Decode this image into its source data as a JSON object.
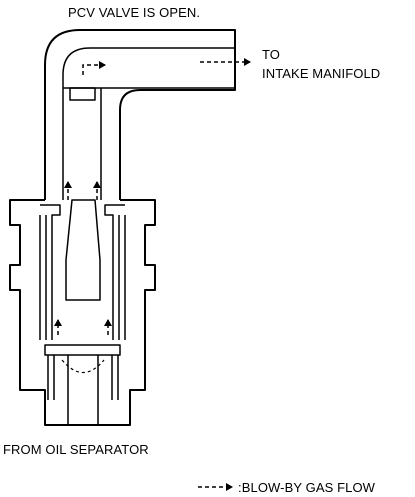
{
  "diagram": {
    "title": "PCV VALVE IS OPEN.",
    "outlet_label_line1": "TO",
    "outlet_label_line2": "INTAKE MANIFOLD",
    "inlet_label": "FROM OIL SEPARATOR",
    "legend_text": ":BLOW-BY GAS FLOW"
  },
  "colors": {
    "line": "#000000",
    "background": "#ffffff"
  }
}
